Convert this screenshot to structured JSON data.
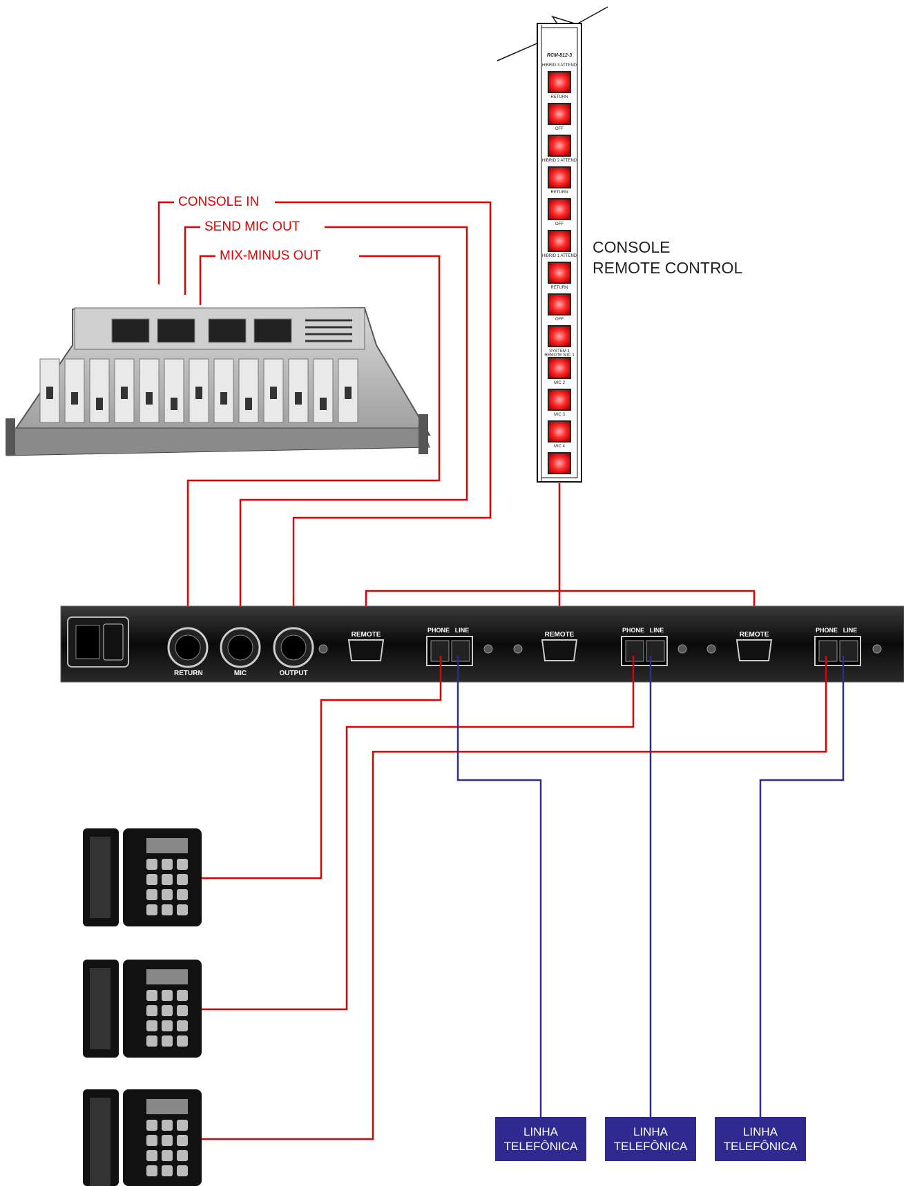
{
  "console_labels": {
    "console_in": "CONSOLE IN",
    "send_mic_out": "SEND MIC OUT",
    "mix_minus_out": "MIX-MINUS OUT"
  },
  "remote_control": {
    "title_line1": "CONSOLE",
    "title_line2": "REMOTE CONTROL",
    "model": "RCM-812-3",
    "groups": [
      {
        "name": "HIBRID 3",
        "buttons": [
          "ATTEND",
          "RETURN",
          "OFF"
        ]
      },
      {
        "name": "HIBRID 2",
        "buttons": [
          "ATTEND",
          "RETURN",
          "OFF"
        ]
      },
      {
        "name": "HIBRID 1",
        "buttons": [
          "ATTEND",
          "RETURN",
          "OFF"
        ]
      },
      {
        "name": "SYSTEM 1",
        "buttons": [
          "REMOTE MIC 1",
          "MIC 2",
          "MIC 3",
          "MIC 4"
        ]
      }
    ]
  },
  "rack": {
    "xlr": [
      "RETURN",
      "MIC",
      "OUTPUT"
    ],
    "remote_label": "REMOTE",
    "phone_label": "PHONE",
    "line_label": "LINE"
  },
  "telephone_lines": [
    "LINHA TELEFÔNICA",
    "LINHA TELEFÔNICA",
    "LINHA TELEFÔNICA"
  ],
  "telephone_line_top": "LINHA",
  "telephone_line_bottom": "TELEFÔNICA",
  "colors": {
    "audio_wire": "#e10000",
    "phone_wire": "#2e2a8f",
    "button_red": "#ff2020",
    "rack": "#111111"
  }
}
